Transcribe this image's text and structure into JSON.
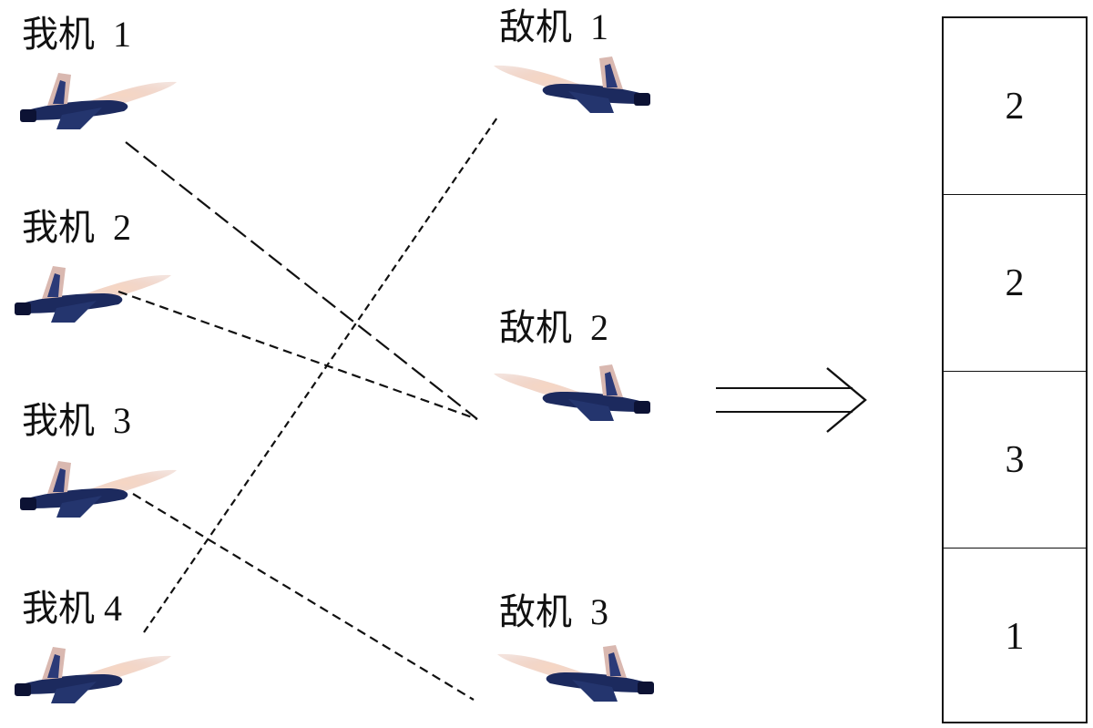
{
  "own_aircraft": [
    {
      "label": "我机  1"
    },
    {
      "label": "我机  2"
    },
    {
      "label": "我机  3"
    },
    {
      "label": "我机 4"
    }
  ],
  "enemy_aircraft": [
    {
      "label": "敌机  1"
    },
    {
      "label": "敌机  2"
    },
    {
      "label": "敌机  3"
    }
  ],
  "assignments": [
    {
      "own": 1,
      "enemy": 2
    },
    {
      "own": 2,
      "enemy": 2
    },
    {
      "own": 3,
      "enemy": 3
    },
    {
      "own": 4,
      "enemy": 1
    }
  ],
  "encoding": {
    "cells": [
      "2",
      "2",
      "3",
      "1"
    ]
  },
  "colors": {
    "jet_body": "#1c2a5e",
    "jet_highlight": "#f0c8b4",
    "line": "#111111"
  },
  "icons": {
    "aircraft": "fighter-jet-icon",
    "arrow": "double-arrow-right-icon"
  }
}
